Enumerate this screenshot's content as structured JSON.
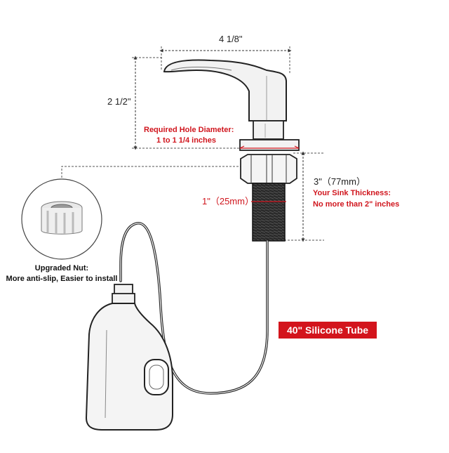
{
  "dimensions": {
    "width_label": "4 1/8\"",
    "height_label": "2 1/2\"",
    "shank_length_label": "3\"（77mm）",
    "shank_diameter_label": "1\"（25mm）"
  },
  "notes": {
    "hole_line1": "Required Hole Diameter:",
    "hole_line2": "1 to 1 1/4 inches",
    "sink_line1": "Your Sink Thickness:",
    "sink_line2": "No more than 2\" inches",
    "nut_line1": "Upgraded Nut:",
    "nut_line2": "More anti-slip, Easier to install"
  },
  "tube_badge": "40\" Silicone Tube",
  "colors": {
    "accent": "#d3141c",
    "line": "#222222",
    "dashed": "#666666"
  },
  "icons": [
    "soap-pump-head-icon",
    "threaded-shank-icon",
    "mounting-nut-icon",
    "silicone-tube-icon",
    "soap-bottle-icon"
  ]
}
